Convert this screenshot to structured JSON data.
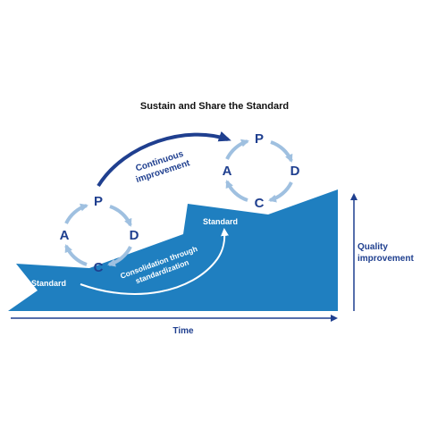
{
  "title": "Sustain and Share the Standard",
  "cycle_left": {
    "p": "P",
    "d": "D",
    "c": "C",
    "a": "A"
  },
  "cycle_right": {
    "p": "P",
    "d": "D",
    "c": "C",
    "a": "A"
  },
  "labels": {
    "continuous_1": "Continuous",
    "continuous_2": "improvement",
    "consolidation_1": "Consolidation through",
    "consolidation_2": "standardization",
    "standard_low": "Standard",
    "standard_high": "Standard",
    "quality_1": "Quality",
    "quality_2": "improvement",
    "time": "Time"
  },
  "colors": {
    "area_blue": "#1f7fc0",
    "arrow_navy": "#1f3f8f",
    "cycle_arrow": "#9fc0e0",
    "letter_navy": "#1f3f8f",
    "text_black": "#111111"
  }
}
